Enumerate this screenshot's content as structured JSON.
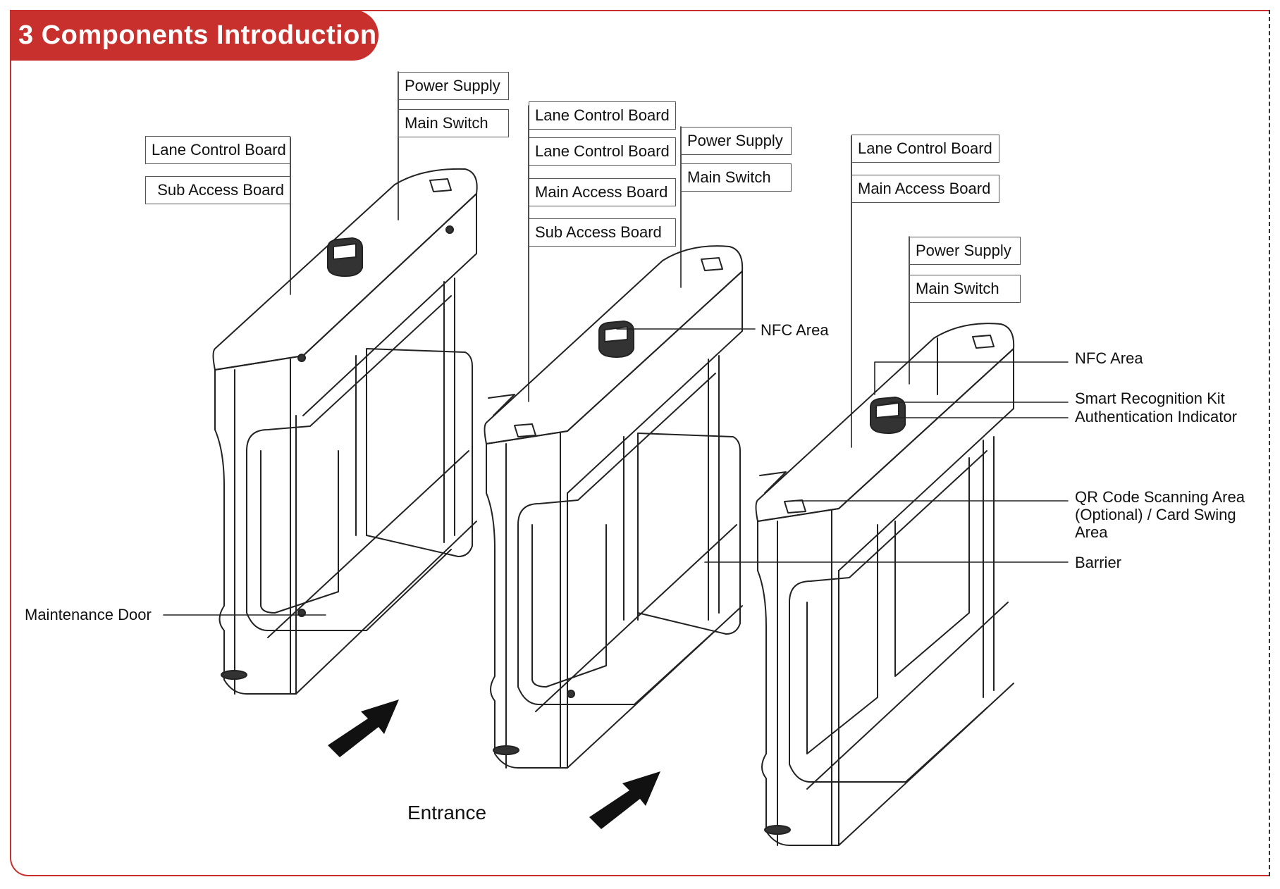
{
  "header": {
    "title": "3 Components Introduction"
  },
  "diagram": {
    "entrance_label": "Entrance",
    "left_unit": {
      "box_labels": [
        "Lane Control Board",
        "Sub Access Board",
        "Power Supply",
        "Main Switch"
      ],
      "callouts": {
        "maintenance_door": "Maintenance Door"
      }
    },
    "middle_unit": {
      "box_labels": [
        "Lane Control Board",
        "Lane Control Board",
        "Main Access Board",
        "Sub Access Board",
        "Power Supply",
        "Main Switch"
      ],
      "callouts": {
        "nfc_area": "NFC Area"
      }
    },
    "right_unit": {
      "box_labels": [
        "Lane Control Board",
        "Main Access Board",
        "Power Supply",
        "Main Switch"
      ],
      "callouts": {
        "nfc_area": "NFC Area",
        "smart_recognition_kit": "Smart Recognition Kit",
        "authentication_indicator": "Authentication Indicator",
        "qr_code_area": "QR Code Scanning Area (Optional) / Card Swing Area",
        "barrier": "Barrier"
      }
    }
  },
  "colors": {
    "accent": "#c8302e",
    "line": "#222222"
  }
}
